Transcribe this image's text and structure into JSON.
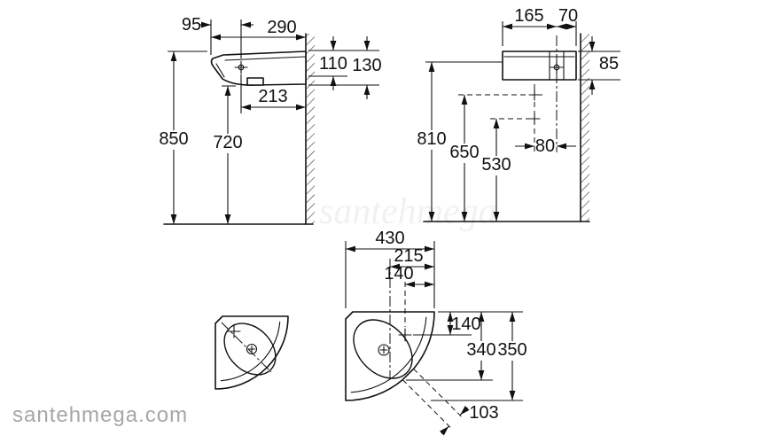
{
  "watermark": {
    "site": "santehmega.com",
    "faint": "santehmega"
  },
  "side_view": {
    "d95": "95",
    "d290": "290",
    "d110": "110",
    "d130": "130",
    "d213": "213",
    "d850": "850",
    "d720": "720"
  },
  "rear_view": {
    "d165": "165",
    "d70": "70",
    "d85": "85",
    "d810": "810",
    "d650": "650",
    "d530": "530",
    "d80": "80"
  },
  "top_view": {
    "d430": "430",
    "d215": "215",
    "d140_top": "140",
    "d140_side": "140",
    "d340": "340",
    "d350": "350",
    "d103": "103"
  }
}
